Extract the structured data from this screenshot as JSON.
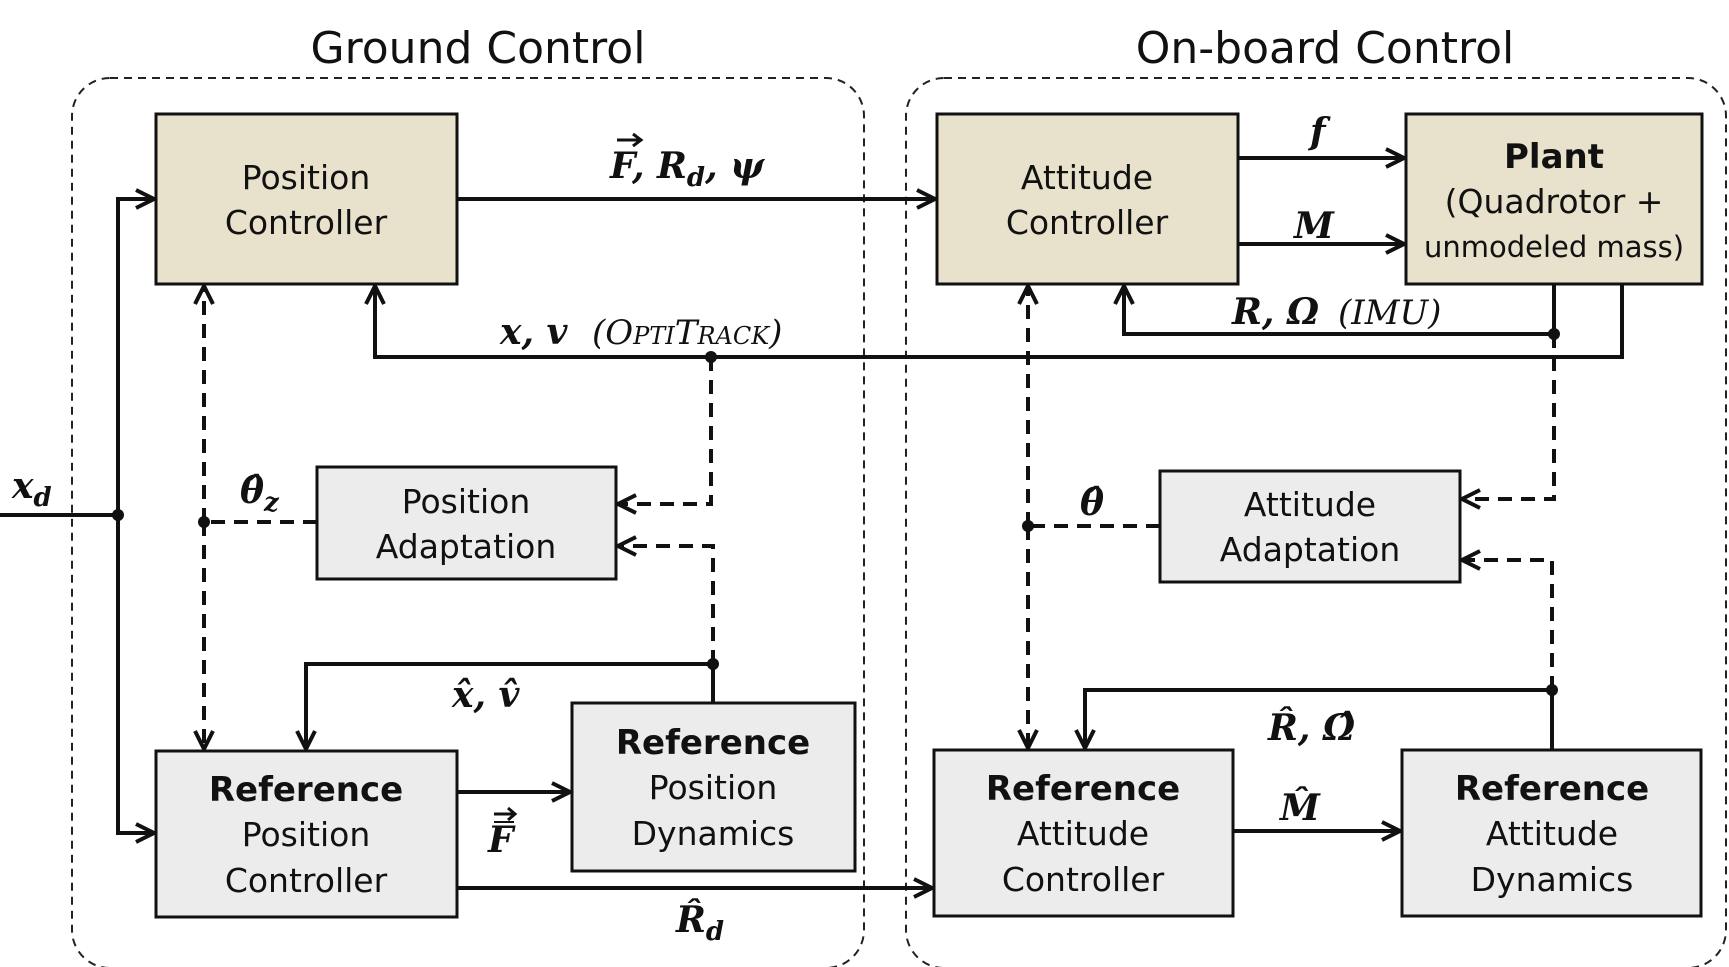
{
  "groups": {
    "ground": "Ground Control",
    "onboard": "On-board Control"
  },
  "blocks": {
    "position_controller": [
      "Position",
      "Controller"
    ],
    "attitude_controller": [
      "Attitude",
      "Controller"
    ],
    "plant": {
      "bold": "Plant",
      "lines": [
        "(Quadrotor +",
        "unmodeled mass)"
      ]
    },
    "position_adaptation": [
      "Position",
      "Adaptation"
    ],
    "attitude_adaptation": [
      "Attitude",
      "Adaptation"
    ],
    "ref_position_controller": {
      "bold": "Reference",
      "lines": [
        "Position",
        "Controller"
      ]
    },
    "ref_position_dynamics": {
      "bold": "Reference",
      "lines": [
        "Position",
        "Dynamics"
      ]
    },
    "ref_attitude_controller": {
      "bold": "Reference",
      "lines": [
        "Attitude",
        "Controller"
      ]
    },
    "ref_attitude_dynamics": {
      "bold": "Reference",
      "lines": [
        "Attitude",
        "Dynamics"
      ]
    }
  },
  "signals": {
    "xd": "x",
    "xd_sub": "d",
    "force_cmd": "F, R",
    "force_cmd_sub": "d",
    "force_cmd_tail": ", ψ",
    "f": "f",
    "m": "M",
    "r_omega": "R, Ω",
    "imu": "(IMU)",
    "x_v": "x, v",
    "optitrack": "(OptiTrack)",
    "theta_z": "θ̂",
    "theta_z_sub": "z",
    "theta": "θ̂",
    "xhat_vhat": "x̂, v̂",
    "fhat": "F",
    "mhat": "M̂",
    "rhat_omegahat": "R̂, Ω̂",
    "rhat_d": "R̂",
    "rhat_d_sub": "d"
  }
}
